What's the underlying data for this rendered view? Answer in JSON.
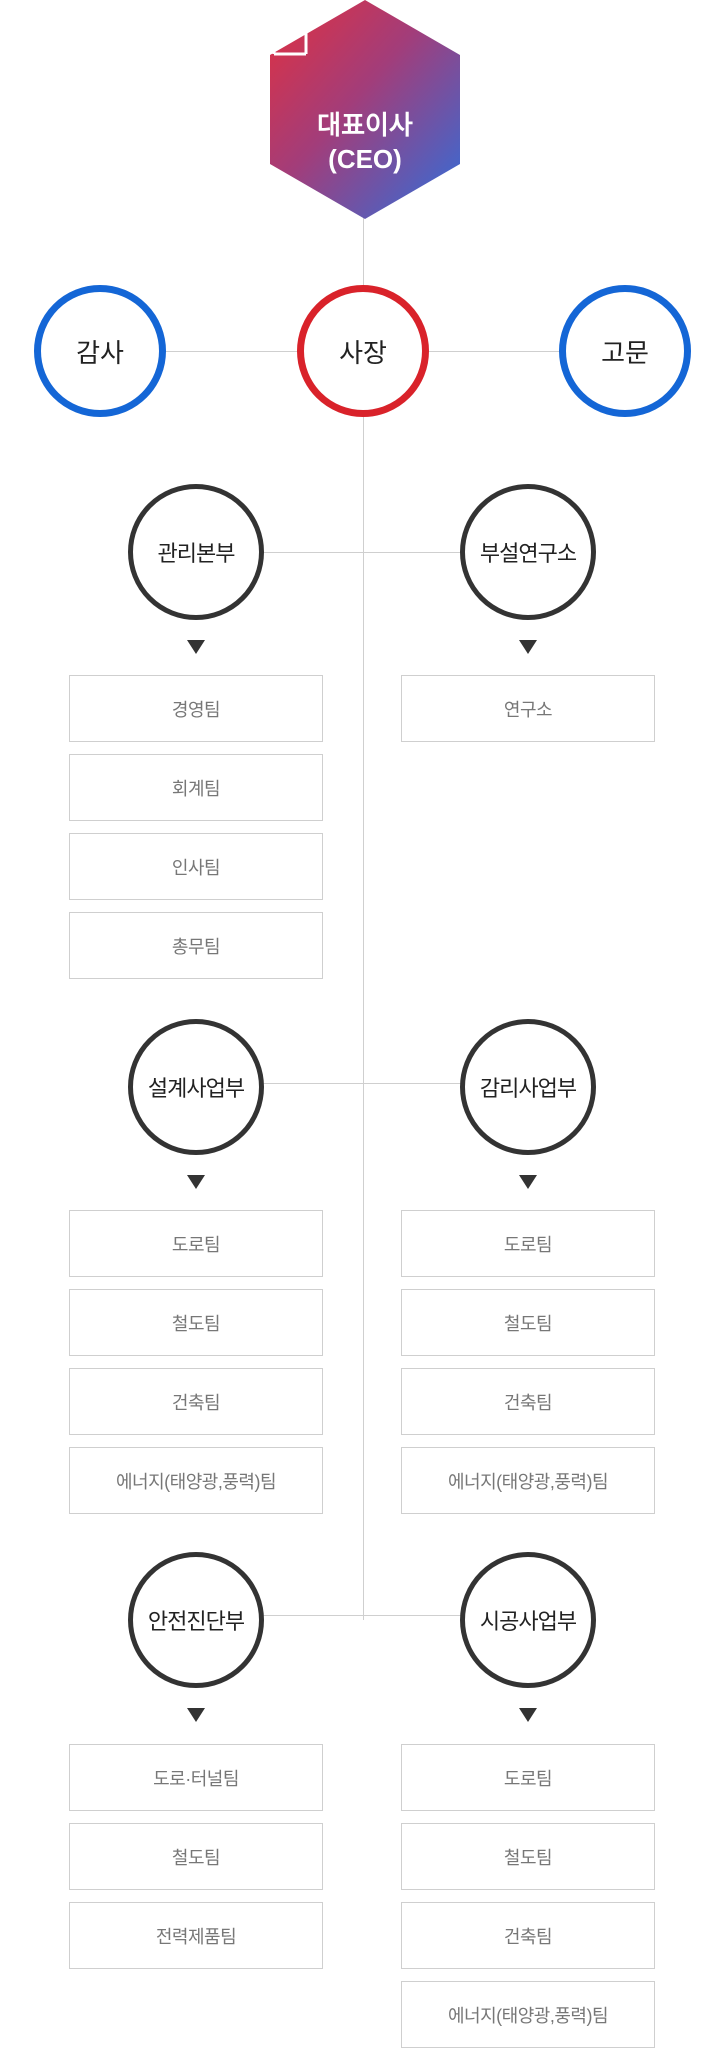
{
  "colors": {
    "ceo_top": "#d42f4b",
    "ceo_bottom": "#2f6fd9",
    "blue": "#1466d6",
    "red": "#d9222a"
  },
  "ceo": {
    "label_line1": "대표이사",
    "label_line2": "(CEO)",
    "icon": "person-icon"
  },
  "top_row": {
    "left": "감사",
    "center": "사장",
    "right": "고문"
  },
  "departments": [
    {
      "name": "관리본부",
      "teams": [
        "경영팀",
        "회계팀",
        "인사팀",
        "총무팀"
      ]
    },
    {
      "name": "부설연구소",
      "teams": [
        "연구소"
      ]
    },
    {
      "name": "설계사업부",
      "teams": [
        "도로팀",
        "철도팀",
        "건축팀",
        "에너지(태양광,풍력)팀"
      ]
    },
    {
      "name": "감리사업부",
      "teams": [
        "도로팀",
        "철도팀",
        "건축팀",
        "에너지(태양광,풍력)팀"
      ]
    },
    {
      "name": "안전진단부",
      "teams": [
        "도로·터널팀",
        "철도팀",
        "전력제품팀"
      ]
    },
    {
      "name": "시공사업부",
      "teams": [
        "도로팀",
        "철도팀",
        "건축팀",
        "에너지(태양광,풍력)팀"
      ]
    }
  ]
}
